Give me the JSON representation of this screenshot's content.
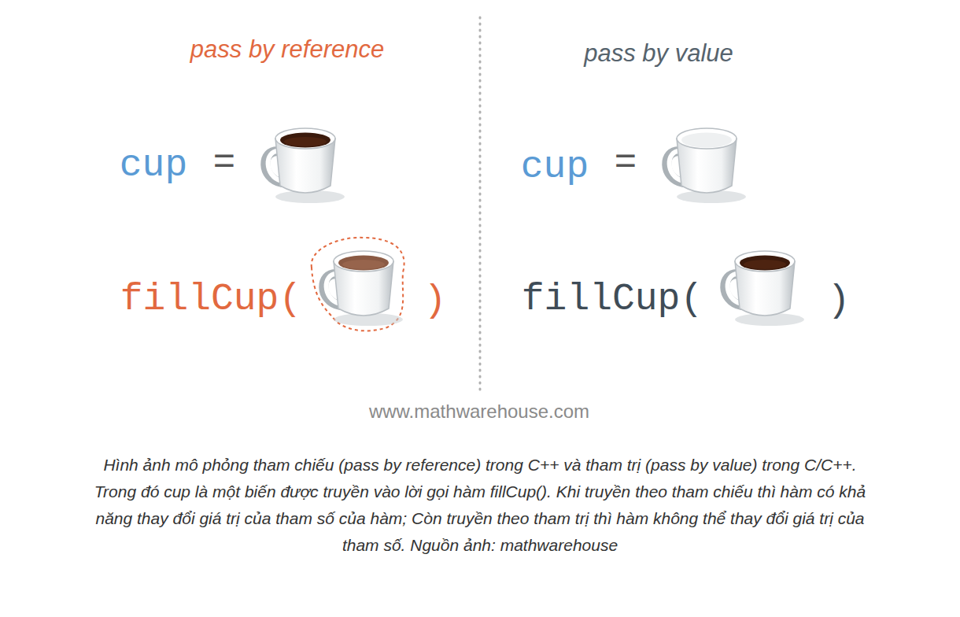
{
  "diagram": {
    "caption": "Hình ảnh mô phỏng tham chiếu (pass by reference) trong C++ và tham trị (pass by value) trong C/C++. Trong đó cup là một biến được truyền vào lời gọi hàm fillCup(). Khi truyền theo tham chiếu thì hàm có khả năng thay đổi giá trị của tham số của hàm; Còn truyền theo tham trị thì hàm không thể thay đổi giá trị của tham số. Nguồn ảnh: mathwarehouse",
    "labels": [
      "pass by reference",
      "pass by value",
      "cup",
      "=",
      "fillCup(",
      ")",
      "cup",
      "=",
      "fillCup(",
      ")",
      "www.mathwarehouse.com"
    ]
  }
}
